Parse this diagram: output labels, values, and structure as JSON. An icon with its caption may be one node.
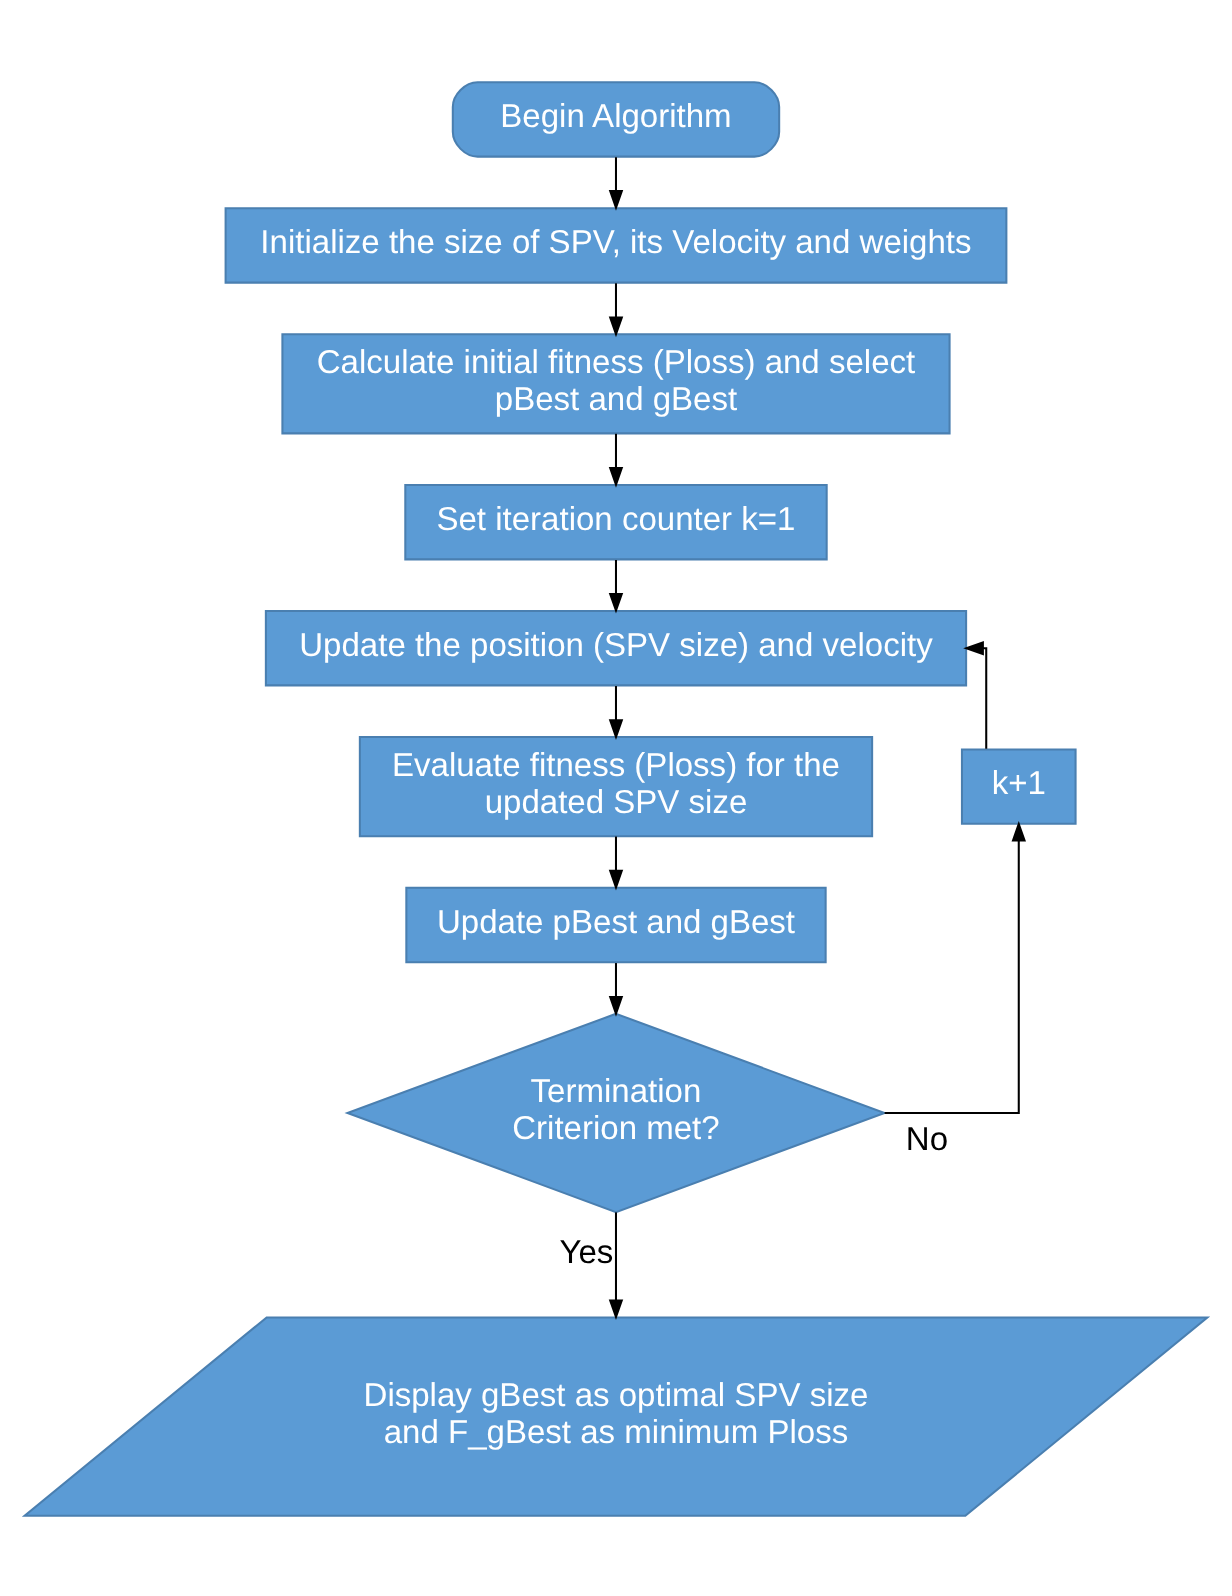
{
  "diagram": {
    "nodes": [
      {
        "text": [
          "Begin Algorithm"
        ]
      },
      {
        "text": [
          "Initialize the size of SPV, its Velocity and weights"
        ]
      },
      {
        "text": [
          "Calculate initial fitness (Ploss) and select pBest and gBest"
        ]
      },
      {
        "text": [
          "Set iteration counter k=1"
        ]
      },
      {
        "text": [
          "Update the position (SPV size) and velocity"
        ]
      },
      {
        "text": [
          "Evaluate fitness (Ploss) for the updated SPV size"
        ]
      },
      {
        "text": [
          "Update pBest and gBest"
        ]
      },
      {
        "text": [
          "Termination Criterion met?"
        ]
      },
      {
        "text": [
          "Display gBest as optimal SPV size and F_gBest as minimum Ploss"
        ]
      },
      {
        "text": [
          "k+1"
        ]
      }
    ],
    "edges": [
      {
        "from": 0,
        "to": 1,
        "arrow": "to"
      },
      {
        "from": 1,
        "to": 2,
        "arrow": "to"
      },
      {
        "from": 2,
        "to": 3,
        "arrow": "to"
      },
      {
        "from": 3,
        "to": 4,
        "arrow": "to"
      },
      {
        "from": 4,
        "to": 5,
        "arrow": "to"
      },
      {
        "from": 5,
        "to": 6,
        "arrow": "to"
      },
      {
        "from": 6,
        "to": 7,
        "arrow": "to"
      },
      {
        "from": 7,
        "to": 8,
        "arrow": "to",
        "label": "Yes"
      },
      {
        "from": 7,
        "to": 9,
        "arrow": "to",
        "label": "No"
      },
      {
        "from": 9,
        "to": 4,
        "arrow": "to"
      }
    ]
  }
}
